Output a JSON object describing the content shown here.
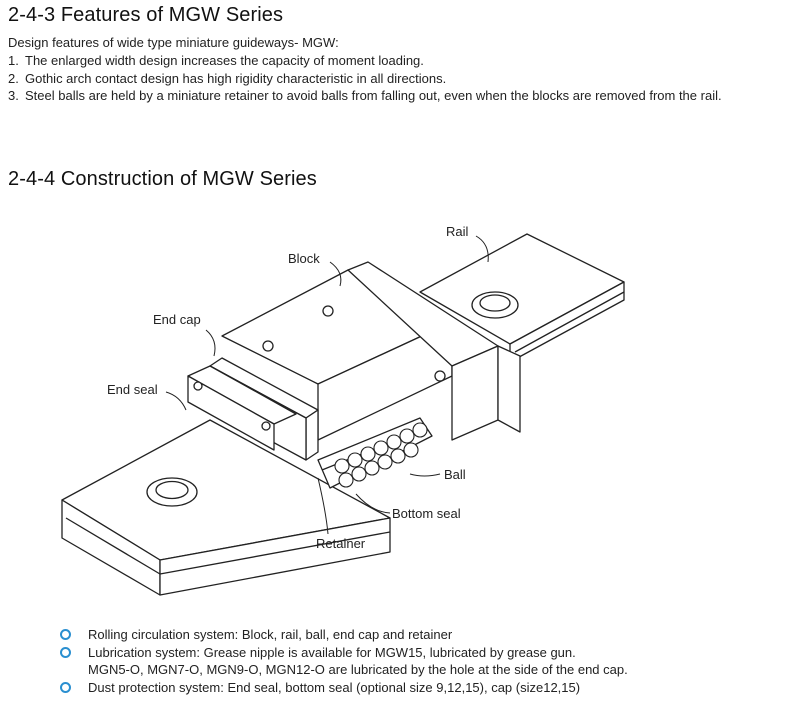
{
  "section1": {
    "title": "2-4-3 Features of MGW Series",
    "intro": "Design features of wide type miniature guideways- MGW:",
    "items": [
      {
        "num": "1.",
        "text": "The enlarged width design increases the capacity of moment loading."
      },
      {
        "num": "2.",
        "text": "Gothic arch contact design has high rigidity characteristic in all directions."
      },
      {
        "num": "3.",
        "text": "Steel balls are held by a miniature retainer to avoid balls from falling out, even when the blocks are removed from the rail."
      }
    ]
  },
  "section2": {
    "title": "2-4-4 Construction of MGW Series"
  },
  "diagram_labels": {
    "rail": "Rail",
    "block": "Block",
    "end_cap": "End cap",
    "end_seal": "End seal",
    "ball": "Ball",
    "bottom_seal": "Bottom seal",
    "retainer": "Retainer"
  },
  "bullets": [
    {
      "text": "Rolling circulation system: Block, rail, ball, end cap and retainer",
      "sub": ""
    },
    {
      "text": "Lubrication system: Grease nipple is available for MGW15, lubricated by grease gun.",
      "sub": "MGN5-O, MGN7-O, MGN9-O, MGN12-O are lubricated by the hole at the side of the end cap."
    },
    {
      "text": "Dust protection system: End seal, bottom seal (optional size 9,12,15), cap (size12,15)",
      "sub": ""
    }
  ],
  "colors": {
    "bullet_accent": "#2a8fd0",
    "line_art": "#222222"
  }
}
